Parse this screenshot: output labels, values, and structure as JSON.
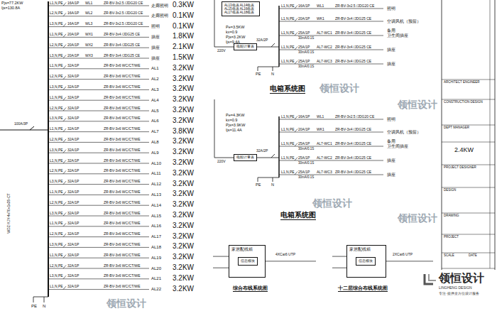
{
  "diagram": {
    "nodes": [
      {
        "text": [
          "AL13电表 AL14电表 AL15电表 AL16电表 AL17电表 AL18电表"
        ]
      },
      {
        "text": [
          "电能计量表"
        ]
      },
      {
        "text": [
          "电能计量表"
        ]
      },
      {
        "text": [
          "家居配线箱"
        ]
      },
      {
        "text": [
          "信息模块"
        ],
        "in": 3
      },
      {
        "text": [
          "家居配线箱"
        ]
      },
      {
        "text": [
          "信息模块"
        ],
        "in": 5
      }
    ],
    "labels": [
      "Pjs=77.2KW",
      "Ijs=130.8A",
      "100A/3P",
      "WDZ-YJY-4x70+1x35-CT",
      "L1,N,PE",
      "16A/1P",
      "WL1",
      "ZR-BV-3x2.5 /JDG20 CE",
      "走廊照明",
      "0.3KW",
      "L2,N,PE",
      "16A/1P",
      "WL2",
      "ZR-BV-3x2.5 /JDG20 CE",
      "走廊照明",
      "0.1KW",
      "L3,N,PE",
      "16A/1P",
      "WL3",
      "ZR-BV-3x2.5 /JDG20 CE",
      "照明",
      "0.1KW",
      "L1,N,PE",
      "20A/1P",
      "WX1",
      "ZR-BV-3x4 /JDG25 CE",
      "插座",
      "1.8KW",
      "L2,N,PE",
      "20A/1P",
      "WX2",
      "ZR-BV-3x4 /JDG25 CE",
      "插座",
      "2.1KW",
      "L3,N,PE",
      "20A/1P",
      "WX3",
      "ZR-BV-3x4 /JDG25 CE",
      "插座",
      "1.5KW",
      "L1,N,PE",
      "32A/1P",
      "ZR-BV-3x6 WC/CT/WE",
      "AL1",
      "3.2KW",
      "L2,N,PE",
      "32A/1P",
      "ZR-BV-3x6 WC/CT/WE",
      "AL2",
      "3.2KW",
      "L3,N,PE",
      "32A/1P",
      "ZR-BV-3x6 WC/CT/WE",
      "AL3",
      "3.2KW",
      "L1,N,PE",
      "32A/1P",
      "ZR-BV-3x6 WC/CT/WE",
      "AL4",
      "3.2KW",
      "L2,N,PE",
      "32A/1P",
      "ZR-BV-3x6 WC/CT/WE",
      "AL5",
      "3.2KW",
      "L3,N,PE",
      "32A/1P",
      "ZR-BV-3x6 WC/CT/WE",
      "AL6",
      "3.2KW",
      "L1,N,PE",
      "32A/1P",
      "ZR-BV-3x6 WC/CT/WE",
      "AL7",
      "3.8KW",
      "L2,N,PE",
      "32A/1P",
      "ZR-BV-3x6 WC/CT/WE",
      "AL8",
      "3.2KW",
      "L3,N,PE",
      "32A/1P",
      "ZR-BV-3x6 WC/CT/WE",
      "AL9",
      "3.2KW",
      "L1,N,PE",
      "32A/1P",
      "ZR-BV-3x6 WC/CT/WE",
      "AL10",
      "3.2KW",
      "L2,N,PE",
      "32A/1P",
      "ZR-BV-3x6 WC/CT/WE",
      "AL11",
      "3.2KW",
      "L3,N,PE",
      "32A/1P",
      "ZR-BV-3x6 WC/CT/WE",
      "AL12",
      "3.2KW",
      "L1,N,PE",
      "32A/1P",
      "ZR-BV-3x6 WC/CT/WE",
      "AL13",
      "3.2KW",
      "L2,N,PE",
      "32A/1P",
      "ZR-BV-3x6 WC/CT/WE",
      "AL14",
      "3.2KW",
      "L3,N,PE",
      "32A/1P",
      "ZR-BV-3x6 WC/CT/WE",
      "AL15",
      "3.2KW",
      "L1,N,PE",
      "32A/1P",
      "ZR-BV-3x6 WC/CT/WE",
      "AL16",
      "3.2KW",
      "L2,N,PE",
      "32A/1P",
      "ZR-BV-3x6 WC/CT/WE",
      "AL17",
      "3.2KW",
      "L3,N,PE",
      "32A/1P",
      "ZR-BV-3x6 WC/CT/WE",
      "AL18",
      "3.2KW",
      "L1,N,PE",
      "32A/1P",
      "ZR-BV-3x6 WC/CT/WE",
      "AL19",
      "3.2KW",
      "L2,N,PE",
      "32A/1P",
      "ZR-BV-3x6 WC/CT/WE",
      "AL20",
      "3.2KW",
      "L3,N,PE",
      "32A/1P",
      "ZR-BV-3x6 WC/CT/WE",
      "AL21",
      "3.2KW",
      "L1,N,PE",
      "32A/1P",
      "ZR-BV-3x6 WC/CT/WE",
      "AL22",
      "3.2KW",
      "PE",
      "N",
      "Pe=3.5KW",
      "kx=0.9",
      "Pjs=3.2KW",
      "Ijs=9.4A",
      "220V",
      "32A/2P",
      "L1,N,PE",
      "16A/1P",
      "WL1",
      "ZR-BV-3x2.5 /JDG20 CE",
      "照明",
      "L1,N,PE",
      "20A/1P",
      "WK1",
      "ZR-BV-3x4 /JDG25 CE",
      "空调风机（预留）",
      "L1,N,PE",
      "25A/1P",
      "AL7-WC1",
      "ZR-BV-3x4 /JDG25 CE",
      "卫生间插座",
      "L1,N,PE",
      "25A/1P",
      "AL7-WC2",
      "ZR-BV-3x4 /JDG25 CE",
      "插座",
      "L1,N,PE",
      "25A/1P",
      "AL7-WC3",
      "ZR-BV-3x4 /JDG25 CE",
      "插座",
      "30mA/0.1S",
      "30mA/0.1S",
      "30mA/0.1S",
      "备用",
      "PE",
      "N",
      "Pe=4.3KW",
      "kx=0.9",
      "Pjs=3.9KW",
      "Ijs=11.4A",
      "220V",
      "32A/2P",
      "L1,N,PE",
      "16A/1P",
      "WL1",
      "ZR-BV-3x2.5 /JDG20 CE",
      "照明",
      "L1,N,PE",
      "20A/1P",
      "WK1",
      "ZR-BV-3x4 /JDG25 CE",
      "空调风机（预留）",
      "L1,N,PE",
      "25A/1P",
      "AL7-WC1",
      "ZR-BV-3x4 /JDG25 CE",
      "卫生间插座",
      "L1,N,PE",
      "25A/1P",
      "AL7-WC2",
      "ZR-BV-3x4 /JDG25 CE",
      "插座",
      "L1,N,PE",
      "25A/1P",
      "AL7-WC3",
      "ZR-BV-3x4 /JDG25 CE",
      "插座",
      "30mA/0.1S",
      "30mA/0.1S",
      "30mA/0.1S",
      "备用",
      "PE",
      "N",
      "电箱系统图",
      "电箱系统图",
      "4XCat6 UTP",
      "2XCat6 UTP",
      "综合布线系统图",
      "十二层综合布线系统图",
      "ARCHITECT ENGINEER",
      "CONSTRUCTION DESIGN",
      "DEPT MANAGER",
      "2.4KW",
      "PROJECT DESIGNER",
      "DESIGN",
      "DRAWING",
      "PROJECT",
      "SCALE",
      "DATE",
      "领恒设计",
      "LINGHENG DESIGN",
      "专注·提供全方位设计服务",
      "领恒设计",
      "领恒设计",
      "领恒设计",
      "领恒设计",
      "领恒设计"
    ]
  }
}
